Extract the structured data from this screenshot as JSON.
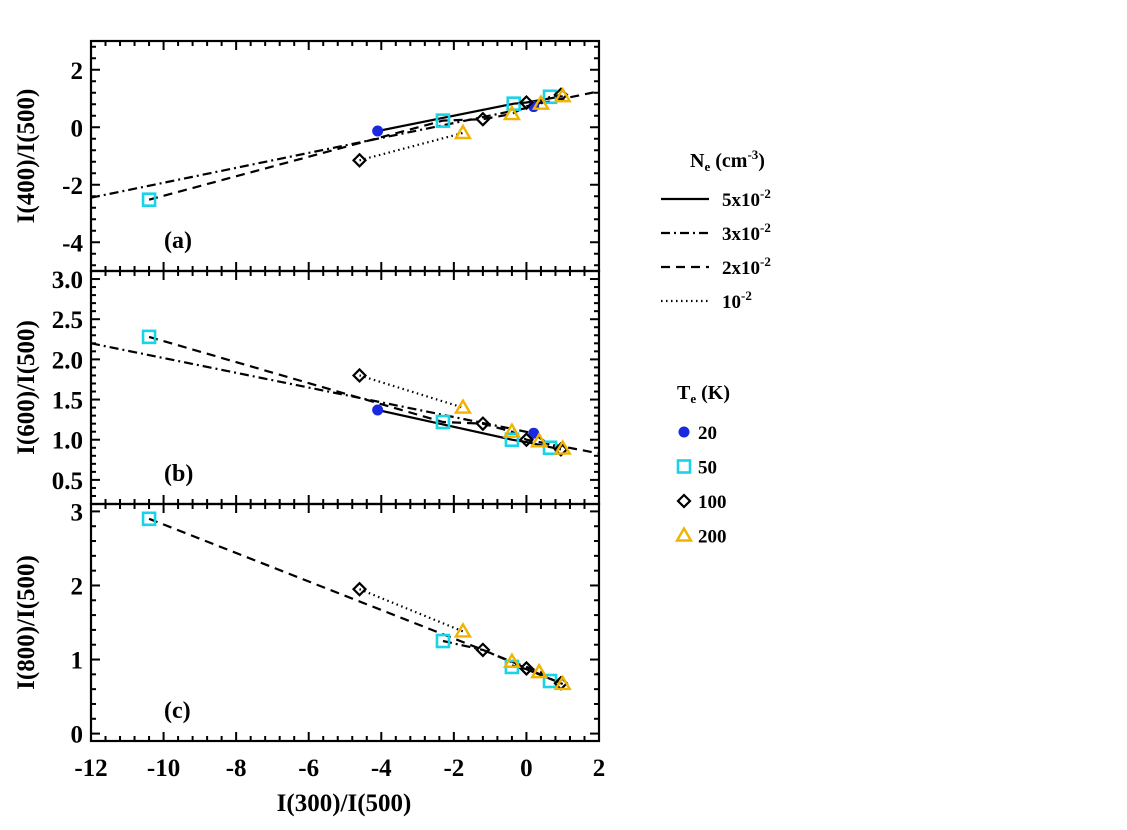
{
  "chart_data": {
    "type": "line",
    "x_axis": {
      "label": "I(300)/I(500)",
      "range": [
        -12,
        2
      ],
      "ticks": [
        -12,
        -10,
        -8,
        -6,
        -4,
        -2,
        0,
        2
      ],
      "tick_labels": [
        "-12",
        "-10",
        "-8",
        "-6",
        "-4",
        "-2",
        "0",
        "2"
      ]
    },
    "panels": [
      {
        "id": "a",
        "label": "(a)",
        "ylabel": "I(400)/I(500)",
        "ylim": [
          -5,
          3
        ],
        "yticks": [
          -4,
          -2,
          0,
          2
        ],
        "ytick_labels": [
          "-4",
          "-2",
          "0",
          "2"
        ],
        "series": [
          {
            "ne": "5x10-2",
            "style": "solid",
            "points": [
              {
                "t": "20",
                "x": -4.1,
                "y": -0.13
              },
              {
                "t": "50",
                "x": -0.35,
                "y": 0.82
              },
              {
                "t": "100",
                "x": 0.0,
                "y": 0.86
              },
              {
                "t": "200",
                "x": 1.0,
                "y": 1.08
              }
            ]
          },
          {
            "ne": "3x10-2",
            "style": "dashdot",
            "points": [
              {
                "t": "extrapolated",
                "x": -12.0,
                "y": -2.45
              },
              {
                "t": "20",
                "x": 0.2,
                "y": 0.72
              },
              {
                "t": "50",
                "x": 0.65,
                "y": 1.06
              },
              {
                "t": "100",
                "x": 0.95,
                "y": 1.13
              }
            ]
          },
          {
            "ne": "2x10-2",
            "style": "dashed",
            "points": [
              {
                "t": "50",
                "x": -10.4,
                "y": -2.52
              },
              {
                "t": "50",
                "x": -2.3,
                "y": 0.23
              },
              {
                "t": "100",
                "x": -1.2,
                "y": 0.28
              },
              {
                "t": "200",
                "x": -0.4,
                "y": 0.46
              },
              {
                "t": "100",
                "x": 0.0,
                "y": 0.73
              },
              {
                "t": "extrapolated",
                "x": 2.0,
                "y": 1.25
              }
            ]
          },
          {
            "ne": "10-2",
            "style": "dotted",
            "points": [
              {
                "t": "100",
                "x": -4.6,
                "y": -1.15
              },
              {
                "t": "200",
                "x": -1.75,
                "y": -0.2
              }
            ]
          }
        ],
        "markers": [
          {
            "t": "20",
            "x": -4.1,
            "y": -0.13
          },
          {
            "t": "20",
            "x": 0.2,
            "y": 0.72
          },
          {
            "t": "50",
            "x": -10.4,
            "y": -2.52
          },
          {
            "t": "50",
            "x": -2.3,
            "y": 0.23
          },
          {
            "t": "50",
            "x": -0.35,
            "y": 0.82
          },
          {
            "t": "50",
            "x": 0.65,
            "y": 1.06
          },
          {
            "t": "100",
            "x": -4.6,
            "y": -1.15
          },
          {
            "t": "100",
            "x": -1.2,
            "y": 0.28
          },
          {
            "t": "100",
            "x": 0.0,
            "y": 0.86
          },
          {
            "t": "100",
            "x": 0.95,
            "y": 1.13
          },
          {
            "t": "200",
            "x": -1.75,
            "y": -0.2
          },
          {
            "t": "200",
            "x": -0.4,
            "y": 0.46
          },
          {
            "t": "200",
            "x": 0.4,
            "y": 0.82
          },
          {
            "t": "200",
            "x": 1.0,
            "y": 1.08
          }
        ]
      },
      {
        "id": "b",
        "label": "(b)",
        "ylabel": "I(600)/I(500)",
        "ylim": [
          0.2,
          3.1
        ],
        "yticks": [
          0.5,
          1.0,
          1.5,
          2.0,
          2.5,
          3.0
        ],
        "ytick_labels": [
          "0.5",
          "1.0",
          "1.5",
          "2.0",
          "2.5",
          "3.0"
        ],
        "series": [
          {
            "ne": "5x10-2",
            "style": "solid",
            "points": [
              {
                "t": "20",
                "x": -4.1,
                "y": 1.37
              },
              {
                "t": "50",
                "x": -0.4,
                "y": 1.0
              },
              {
                "t": "100",
                "x": 0.0,
                "y": 0.97
              },
              {
                "t": "200",
                "x": 0.95,
                "y": 0.88
              }
            ]
          },
          {
            "ne": "3x10-2",
            "style": "dashdot",
            "points": [
              {
                "t": "extrapolated",
                "x": -12.0,
                "y": 2.2
              },
              {
                "t": "20",
                "x": 0.2,
                "y": 1.08
              },
              {
                "t": "50",
                "x": 0.65,
                "y": 0.93
              },
              {
                "t": "100",
                "x": 0.95,
                "y": 0.9
              }
            ]
          },
          {
            "ne": "2x10-2",
            "style": "dashed",
            "points": [
              {
                "t": "50",
                "x": -10.4,
                "y": 2.28
              },
              {
                "t": "50",
                "x": -2.3,
                "y": 1.22
              },
              {
                "t": "100",
                "x": -1.2,
                "y": 1.2
              },
              {
                "t": "200",
                "x": -0.4,
                "y": 1.1
              },
              {
                "t": "100",
                "x": 0.0,
                "y": 1.0
              },
              {
                "t": "extrapolated",
                "x": 2.0,
                "y": 0.83
              }
            ]
          },
          {
            "ne": "10-2",
            "style": "dotted",
            "points": [
              {
                "t": "100",
                "x": -4.6,
                "y": 1.8
              },
              {
                "t": "200",
                "x": -1.75,
                "y": 1.4
              }
            ]
          }
        ],
        "markers": [
          {
            "t": "20",
            "x": -4.1,
            "y": 1.37
          },
          {
            "t": "20",
            "x": 0.2,
            "y": 1.08
          },
          {
            "t": "50",
            "x": -10.4,
            "y": 2.28
          },
          {
            "t": "50",
            "x": -2.3,
            "y": 1.22
          },
          {
            "t": "50",
            "x": -0.4,
            "y": 1.0
          },
          {
            "t": "50",
            "x": 0.65,
            "y": 0.9
          },
          {
            "t": "100",
            "x": -4.6,
            "y": 1.8
          },
          {
            "t": "100",
            "x": -1.2,
            "y": 1.2
          },
          {
            "t": "100",
            "x": 0.0,
            "y": 1.0
          },
          {
            "t": "100",
            "x": 0.95,
            "y": 0.88
          },
          {
            "t": "200",
            "x": -1.75,
            "y": 1.4
          },
          {
            "t": "200",
            "x": -0.4,
            "y": 1.1
          },
          {
            "t": "200",
            "x": 0.35,
            "y": 0.98
          },
          {
            "t": "200",
            "x": 1.0,
            "y": 0.89
          }
        ]
      },
      {
        "id": "c",
        "label": "(c)",
        "ylabel": "I(800)/I(500)",
        "ylim": [
          -0.1,
          3.1
        ],
        "yticks": [
          0,
          1,
          2,
          3
        ],
        "ytick_labels": [
          "0",
          "1",
          "2",
          "3"
        ],
        "series": [
          {
            "ne": "5x10-2",
            "style": "solid",
            "points": [
              {
                "t": "50",
                "x": -0.4,
                "y": 0.92
              },
              {
                "t": "100",
                "x": 0.0,
                "y": 0.87
              },
              {
                "t": "200",
                "x": 1.0,
                "y": 0.67
              }
            ]
          },
          {
            "ne": "3x10-2",
            "style": "dashdot",
            "points": [
              {
                "t": "50",
                "x": -2.3,
                "y": 1.25
              },
              {
                "t": "100",
                "x": -1.2,
                "y": 1.13
              },
              {
                "t": "100",
                "x": 0.0,
                "y": 0.88
              },
              {
                "t": "100",
                "x": 0.95,
                "y": 0.68
              }
            ]
          },
          {
            "ne": "2x10-2",
            "style": "dashed",
            "points": [
              {
                "t": "50",
                "x": -10.4,
                "y": 2.9
              },
              {
                "t": "100",
                "x": -1.2,
                "y": 1.13
              },
              {
                "t": "200",
                "x": -0.4,
                "y": 0.97
              },
              {
                "t": "200",
                "x": 0.4,
                "y": 0.83
              },
              {
                "t": "50",
                "x": 0.65,
                "y": 0.71
              }
            ]
          },
          {
            "ne": "10-2",
            "style": "dotted",
            "points": [
              {
                "t": "100",
                "x": -4.6,
                "y": 1.95
              },
              {
                "t": "200",
                "x": -1.75,
                "y": 1.38
              }
            ]
          }
        ],
        "markers": [
          {
            "t": "50",
            "x": -10.4,
            "y": 2.9
          },
          {
            "t": "50",
            "x": -2.3,
            "y": 1.25
          },
          {
            "t": "50",
            "x": -0.4,
            "y": 0.9
          },
          {
            "t": "50",
            "x": 0.65,
            "y": 0.71
          },
          {
            "t": "100",
            "x": -4.6,
            "y": 1.95
          },
          {
            "t": "100",
            "x": -1.2,
            "y": 1.13
          },
          {
            "t": "100",
            "x": 0.0,
            "y": 0.88
          },
          {
            "t": "100",
            "x": 0.95,
            "y": 0.68
          },
          {
            "t": "200",
            "x": -1.75,
            "y": 1.38
          },
          {
            "t": "200",
            "x": -0.4,
            "y": 0.97
          },
          {
            "t": "200",
            "x": 0.35,
            "y": 0.83
          },
          {
            "t": "200",
            "x": 1.0,
            "y": 0.67
          }
        ]
      }
    ],
    "legend_ne": {
      "title": "N",
      "title_sub": "e",
      "title_rest": " (cm",
      "title_sup": "-3",
      "title_end": ")",
      "entries": [
        {
          "key": "5x10-2",
          "base": "5x10",
          "exp": "-2",
          "style": "solid"
        },
        {
          "key": "3x10-2",
          "base": "3x10",
          "exp": "-2",
          "style": "dashdot"
        },
        {
          "key": "2x10-2",
          "base": "2x10",
          "exp": "-2",
          "style": "dashed"
        },
        {
          "key": "10-2",
          "base": "10",
          "exp": "-2",
          "style": "dotted"
        }
      ]
    },
    "legend_te": {
      "title": "T",
      "title_sub": "e",
      "title_rest": " (K)",
      "entries": [
        {
          "t": "20",
          "label": "20",
          "marker": "circle",
          "color": "#1a28e0"
        },
        {
          "t": "50",
          "label": "50",
          "marker": "square",
          "color": "#19d3e6"
        },
        {
          "t": "100",
          "label": "100",
          "marker": "diamond",
          "color": "#000000"
        },
        {
          "t": "200",
          "label": "200",
          "marker": "triangle",
          "color": "#f2b200"
        }
      ]
    },
    "grid": false,
    "legend_placement": "right"
  }
}
